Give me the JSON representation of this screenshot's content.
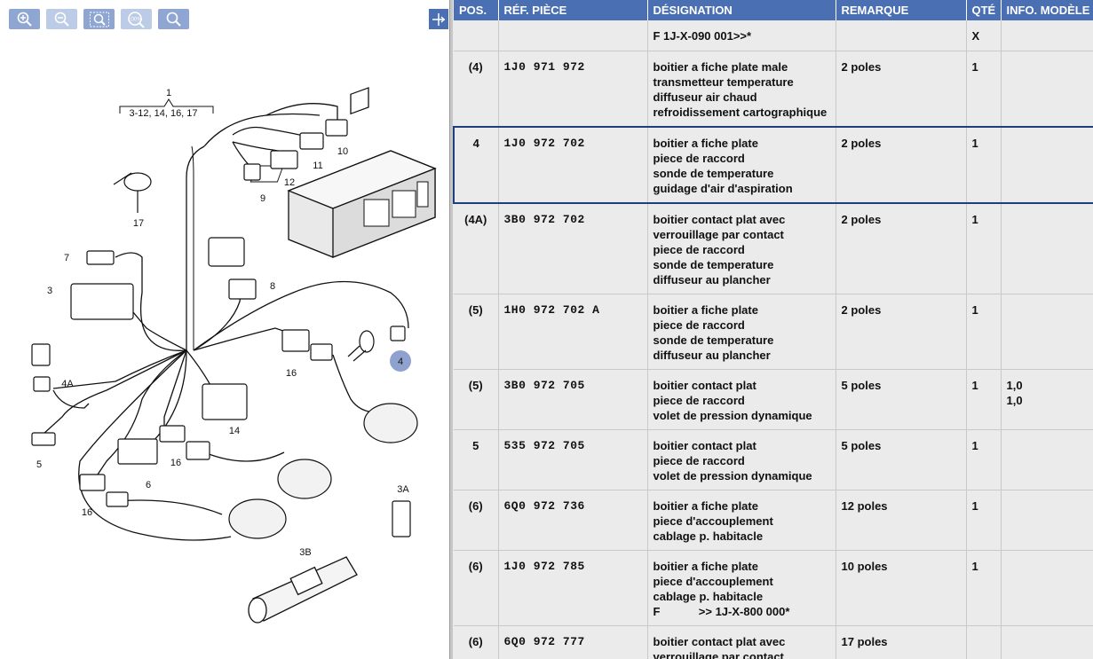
{
  "toolbar": {
    "buttons": [
      {
        "name": "zoom-in",
        "icon": "magnifier-plus-icon",
        "label": "",
        "enabled": true
      },
      {
        "name": "zoom-out",
        "icon": "magnifier-minus-icon",
        "label": "",
        "enabled": false
      },
      {
        "name": "zoom-fit",
        "icon": "magnifier-frame-icon",
        "label": "",
        "enabled": true
      },
      {
        "name": "zoom-100",
        "icon": "magnifier-100-icon",
        "label": "100%",
        "enabled": false
      },
      {
        "name": "zoom-tool",
        "icon": "magnifier-icon",
        "label": "",
        "enabled": true
      }
    ],
    "pin_icon": "pin-arrow-icon"
  },
  "diagram": {
    "callouts": {
      "c1": "1",
      "c1_sub": "3-12, 14, 16, 17",
      "c9": "9",
      "c10": "10",
      "c11": "11",
      "c12": "12",
      "c17": "17",
      "c7": "7",
      "c3": "3",
      "c8": "8",
      "c16a": "16",
      "c4": "4",
      "c4a": "4A",
      "c5": "5",
      "c14": "14",
      "c16b": "16",
      "c6": "6",
      "c16c": "16",
      "c3a": "3A",
      "c3b": "3B"
    }
  },
  "colors": {
    "header": "#4a6fb3",
    "table_bg": "#ebebeb",
    "selection": "#1f3f7a",
    "highlight_callout": "#8fa2cf"
  },
  "table": {
    "headers": {
      "pos": "POS.",
      "ref": "RÉF. PIÈCE",
      "designation": "DÉSIGNATION",
      "remark": "REMARQUE",
      "qty": "QTÉ",
      "info": "INFO. MODÈLE"
    },
    "rows": [
      {
        "pos": "",
        "ref": "",
        "designation": [
          "F 1J-X-090 001>>*"
        ],
        "remark": "",
        "qty": [
          "X"
        ],
        "info": [],
        "selected": false
      },
      {
        "pos": "(4)",
        "ref": "1J0 971 972",
        "designation": [
          "boitier a fiche plate male",
          "transmetteur temperature",
          "diffuseur air chaud",
          "refroidissement cartographique"
        ],
        "remark": "2 poles",
        "qty": [
          "1"
        ],
        "info": [],
        "selected": false
      },
      {
        "pos": "4",
        "ref": "1J0 972 702",
        "designation": [
          "boitier a fiche plate",
          "piece de raccord",
          "sonde de temperature",
          "guidage d'air d'aspiration"
        ],
        "remark": "2 poles",
        "qty": [
          "1"
        ],
        "info": [],
        "selected": true
      },
      {
        "pos": "(4A)",
        "ref": "3B0 972 702",
        "designation": [
          "boitier contact plat avec",
          "verrouillage par contact",
          "piece de raccord",
          "sonde de temperature",
          "diffuseur au plancher"
        ],
        "remark": "2 poles",
        "qty": [
          "1"
        ],
        "info": [],
        "selected": false
      },
      {
        "pos": "(5)",
        "ref": "1H0 972 702 A",
        "designation": [
          "boitier a fiche plate",
          "piece de raccord",
          "sonde de temperature",
          "diffuseur au plancher"
        ],
        "remark": "2 poles",
        "qty": [
          "1"
        ],
        "info": [],
        "selected": false
      },
      {
        "pos": "(5)",
        "ref": "3B0 972 705",
        "designation": [
          "boitier contact plat",
          "piece de raccord",
          "volet de pression dynamique"
        ],
        "remark": "5 poles",
        "qty": [
          "1"
        ],
        "info": [
          "",
          "1,0",
          "1,0"
        ],
        "selected": false
      },
      {
        "pos": "5",
        "ref": "535 972 705",
        "designation": [
          "boitier contact plat",
          "piece de raccord",
          "volet de pression dynamique"
        ],
        "remark": "5 poles",
        "qty": [
          "1"
        ],
        "info": [],
        "selected": false
      },
      {
        "pos": "(6)",
        "ref": "6Q0 972 736",
        "designation": [
          "boitier a fiche plate",
          "piece d'accouplement",
          "cablage p. habitacle"
        ],
        "remark": "12 poles",
        "qty": [
          "1"
        ],
        "info": [],
        "selected": false
      },
      {
        "pos": "(6)",
        "ref": "1J0 972 785",
        "designation": [
          "boitier a fiche plate",
          "piece d'accouplement",
          "cablage p. habitacle",
          "F            >> 1J-X-800 000*"
        ],
        "remark": "10 poles",
        "qty": [
          "",
          "",
          "",
          "1"
        ],
        "info": [],
        "selected": false
      },
      {
        "pos": "(6)",
        "ref": "6Q0 972 777",
        "designation": [
          "boitier contact plat avec",
          "verrouillage par contact"
        ],
        "remark": "17 poles",
        "qty": [],
        "info": [],
        "selected": false
      }
    ]
  }
}
